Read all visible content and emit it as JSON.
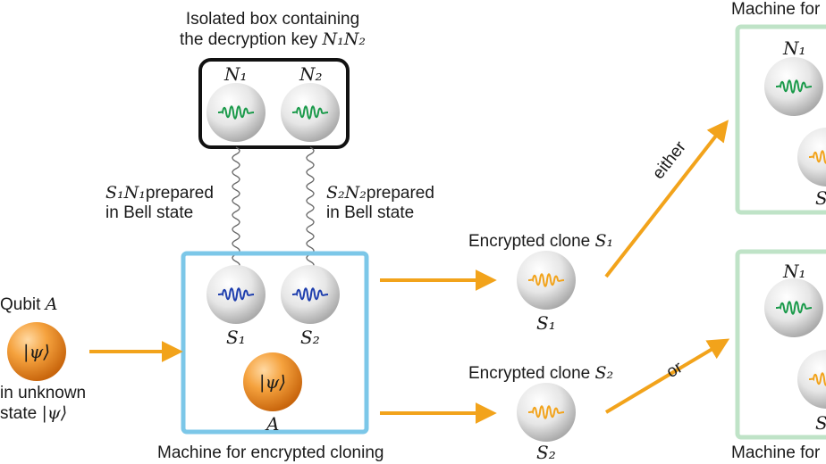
{
  "key_box": {
    "title_line1": "Isolated box containing",
    "title_line2": "the decryption key",
    "title_math": "N₁N₂",
    "n1_label": "N₁",
    "n2_label": "N₂"
  },
  "bell_links": {
    "left_math": "S₁N₁",
    "left_line1": "prepared",
    "left_line2": "in Bell state",
    "right_math": "S₂N₂",
    "right_line1": "prepared",
    "right_line2": "in Bell state"
  },
  "qubit": {
    "title": "Qubit",
    "title_math": "A",
    "ket": "|ψ⟩",
    "desc_line1": "in unknown",
    "desc_line2": "state",
    "desc_math": "|ψ⟩"
  },
  "cloning_machine": {
    "s1_label": "S₁",
    "s2_label": "S₂",
    "a_ket": "|ψ⟩",
    "a_label": "A",
    "caption": "Machine for encrypted cloning"
  },
  "clones": {
    "clone1_title": "Encrypted clone",
    "clone1_math": "S₁",
    "clone1_label": "S₁",
    "clone2_title": "Encrypted clone",
    "clone2_math": "S₂",
    "clone2_label": "S₂"
  },
  "branches": {
    "either": "either",
    "or": "or"
  },
  "decrypt_machines": {
    "top_caption": "Machine for",
    "top_n_label": "N₁",
    "top_s_label": "S",
    "bottom_caption": "Machine for",
    "bottom_n_label": "N₁",
    "bottom_s_label": "S"
  },
  "colors": {
    "arrow": "#f2a31b",
    "key_box_border": "#111111",
    "machine_border": "#7cc7e8",
    "decrypt_border": "#bfe3c7",
    "green_wave": "#1a9a4a",
    "blue_wave": "#1f3fae",
    "orange_wave": "#f2a31b",
    "orange_sphere": "#f08a1c"
  }
}
